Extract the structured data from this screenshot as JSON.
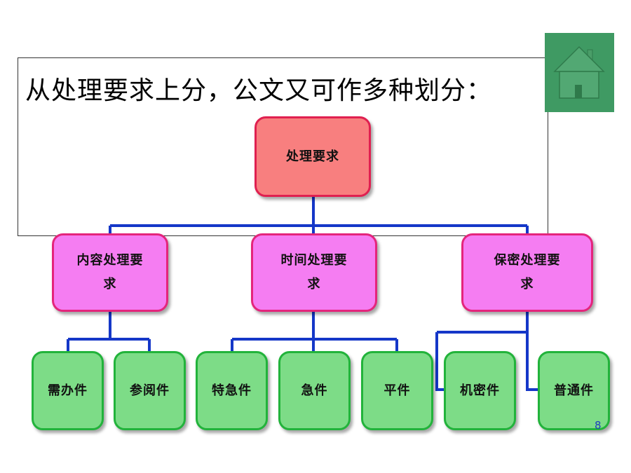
{
  "title": "从处理要求上分，公文又可作多种划分：",
  "page_number": "8",
  "home_button": {
    "icon": "home-icon"
  },
  "colors": {
    "connector": "#1537c8",
    "root_fill": "#f87f7f",
    "category_fill": "#f57df2",
    "leaf_fill": "#7ddc87",
    "home_bg": "#3f9a63"
  },
  "diagram": {
    "root": "处理要求",
    "categories": [
      {
        "label": "内容处理要求",
        "children": [
          "需办件",
          "参阅件"
        ]
      },
      {
        "label": "时间处理要求",
        "children": [
          "特急件",
          "急件",
          "平件"
        ]
      },
      {
        "label": "保密处理要求",
        "children": [
          "机密件",
          "普通件"
        ]
      }
    ]
  }
}
